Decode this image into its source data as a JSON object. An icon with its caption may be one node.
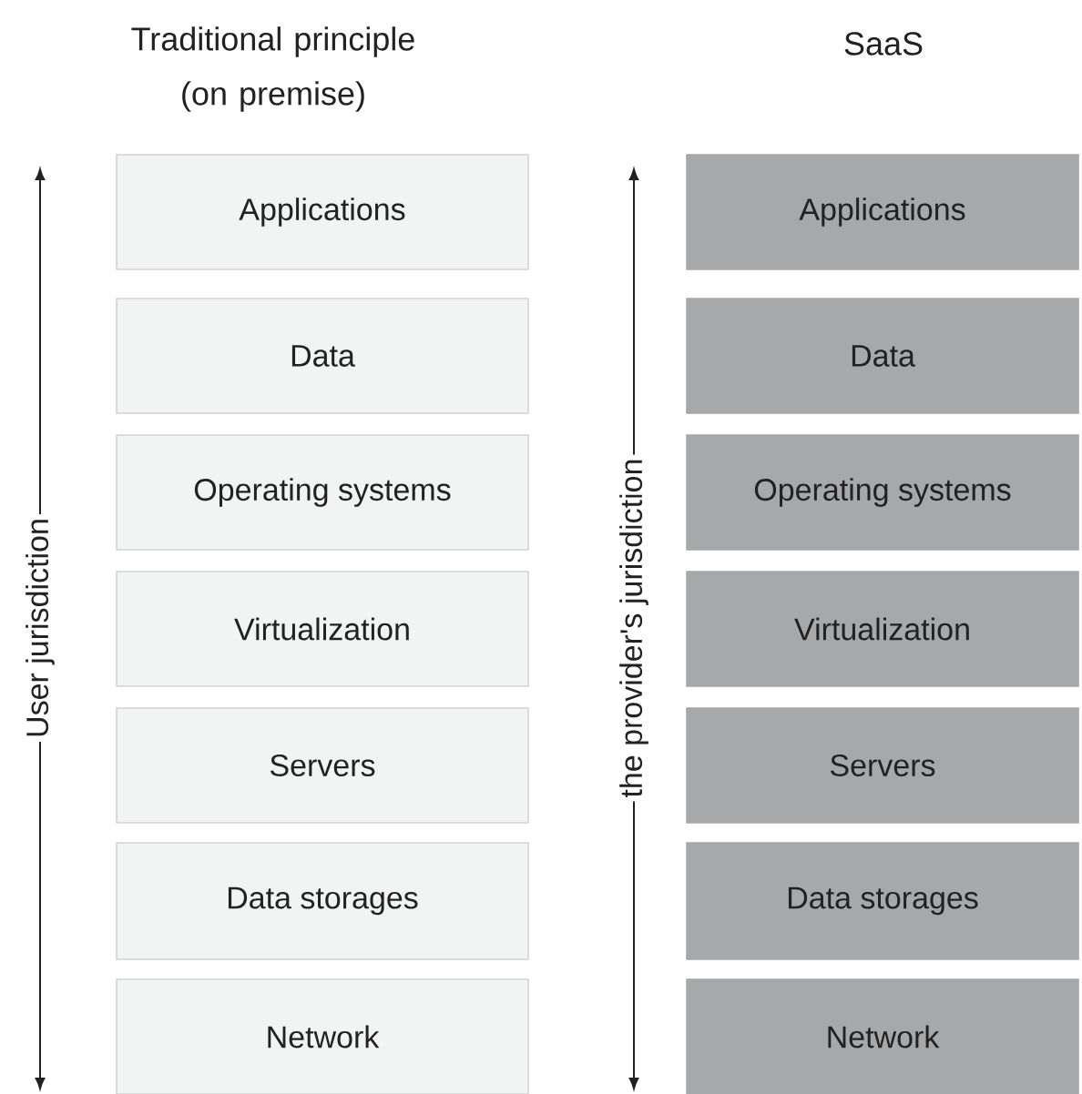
{
  "diagram": {
    "nodes": [
      {
        "text": [
          "Applications"
        ]
      },
      {
        "text": [
          "Data"
        ]
      },
      {
        "text": [
          "Operating systems"
        ]
      },
      {
        "text": [
          "Virtualization"
        ]
      },
      {
        "text": [
          "Servers"
        ]
      },
      {
        "text": [
          "Data storages"
        ]
      },
      {
        "text": [
          "Network"
        ]
      },
      {
        "text": [
          "Applications"
        ]
      },
      {
        "text": [
          "Data"
        ]
      },
      {
        "text": [
          "Operating systems"
        ]
      },
      {
        "text": [
          "Virtualization"
        ]
      },
      {
        "text": [
          "Servers"
        ]
      },
      {
        "text": [
          "Data storages"
        ]
      },
      {
        "text": [
          "Network"
        ]
      }
    ],
    "labels": [
      "Traditional principle (on premise)",
      "SaaS",
      "User jurisdiction",
      "the provider's jurisdiction"
    ]
  }
}
